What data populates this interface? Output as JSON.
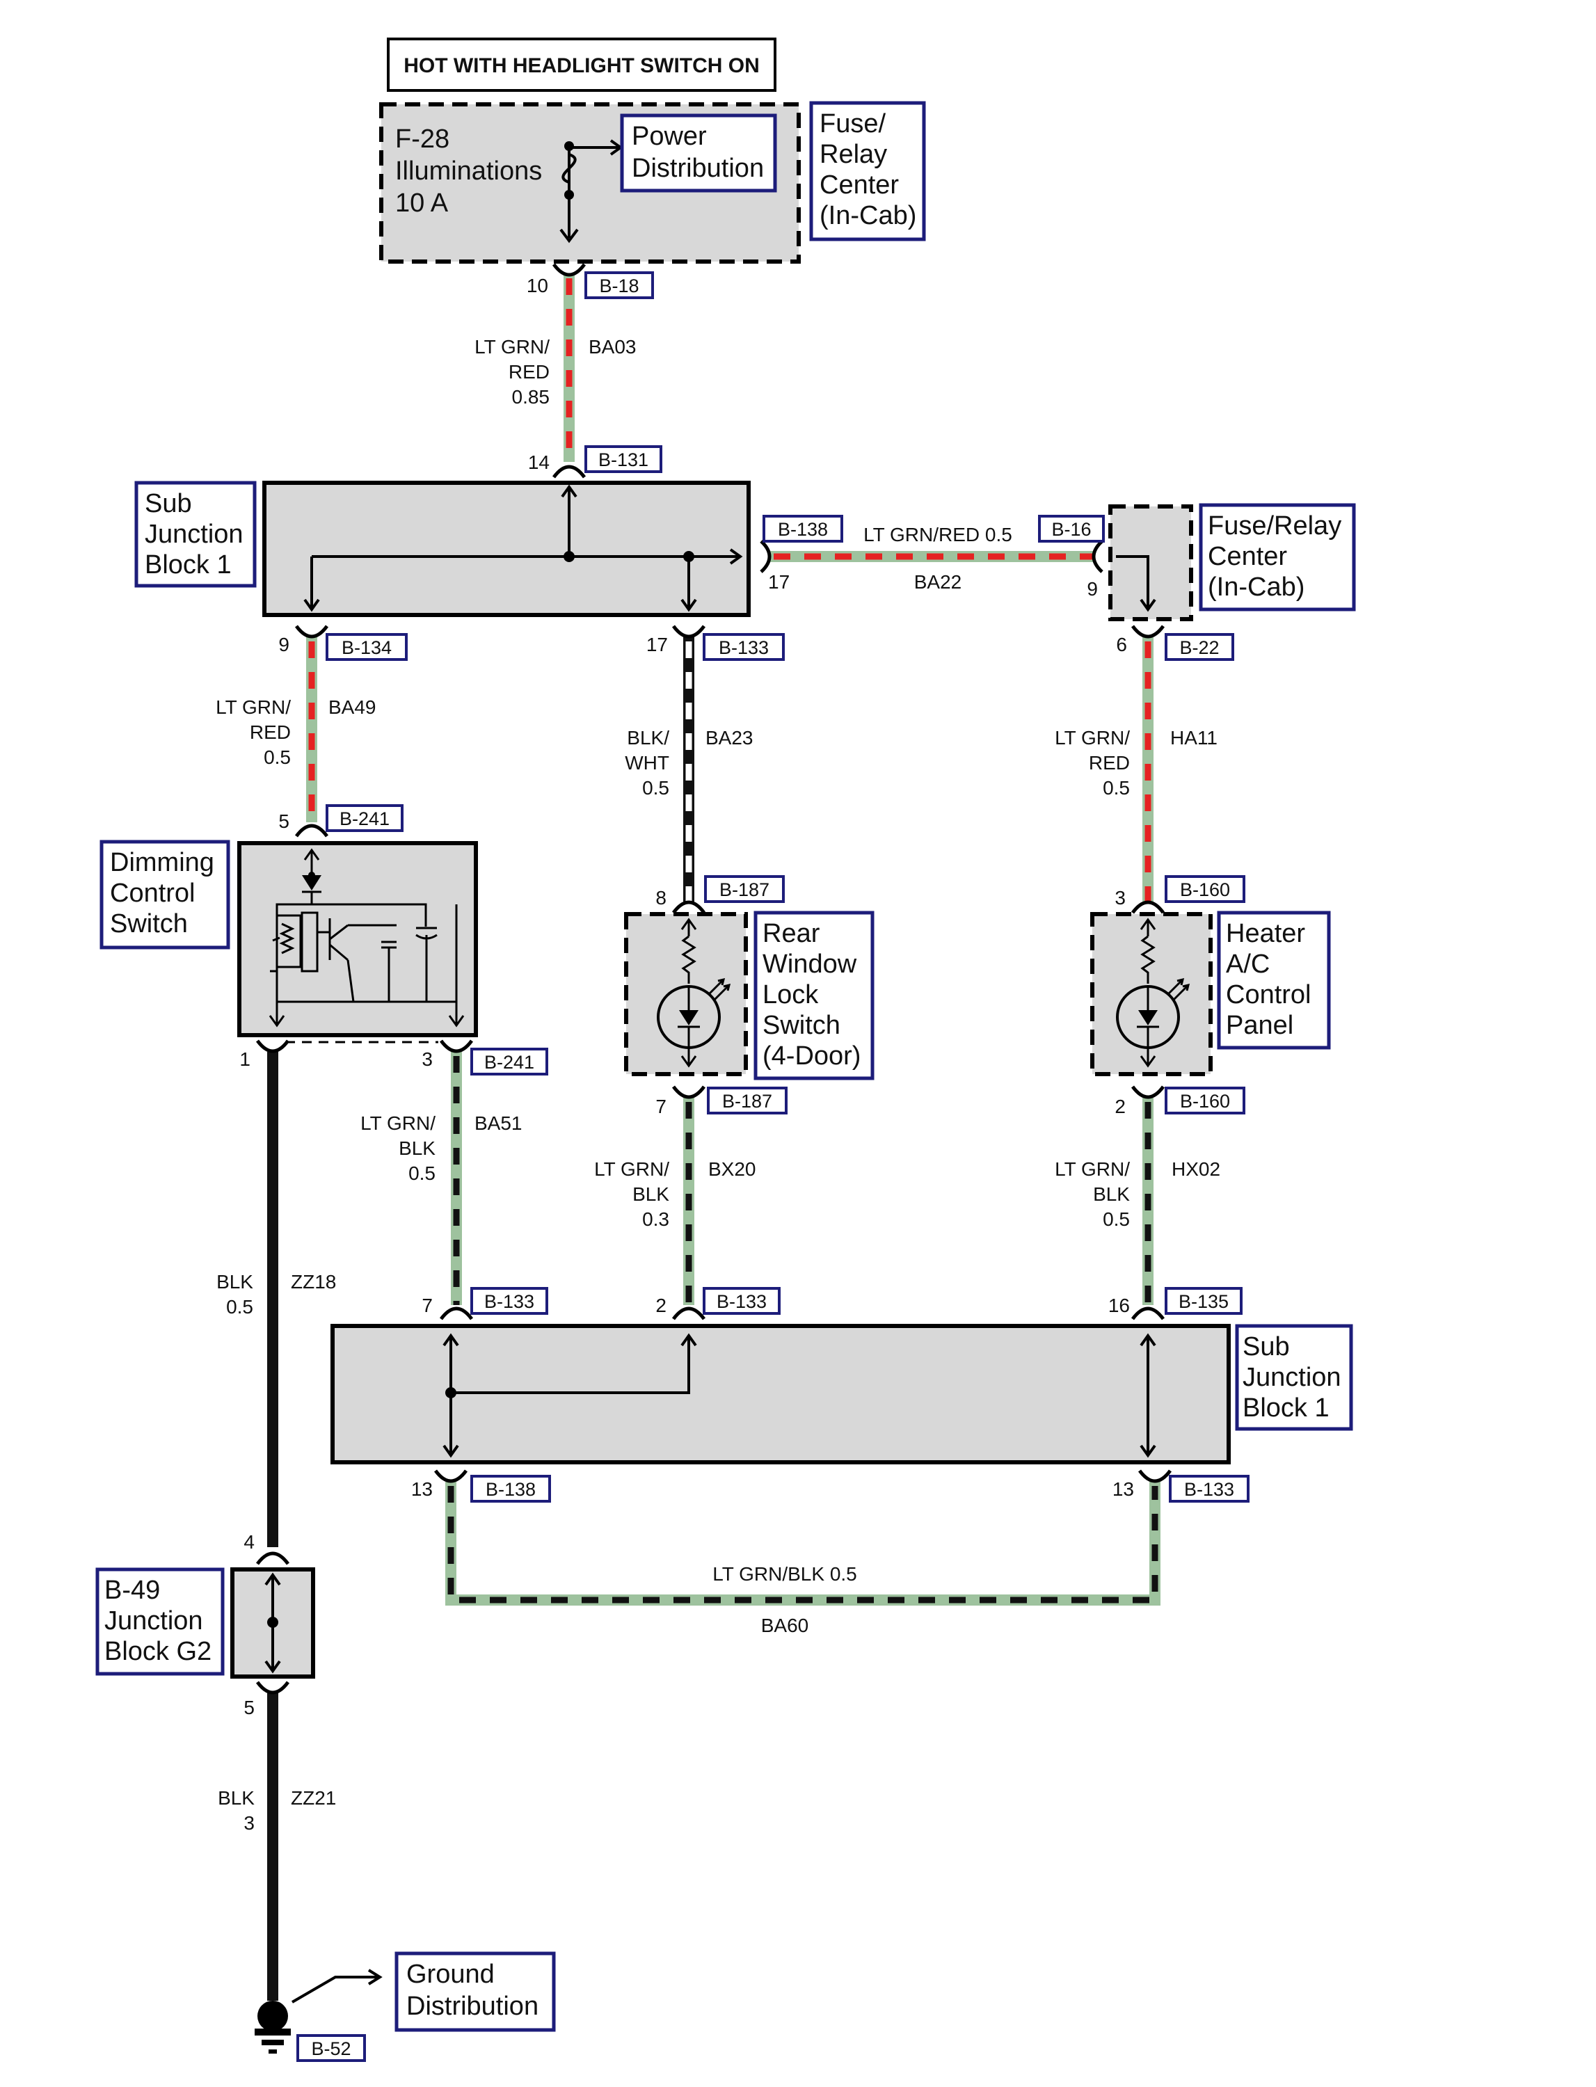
{
  "header": {
    "hot_label": "HOT WITH HEADLIGHT SWITCH ON"
  },
  "fuse": {
    "line1": "F-28",
    "line2": "Illuminations",
    "line3": "10 A"
  },
  "boxes": {
    "power_distribution": [
      "Power",
      "Distribution"
    ],
    "fuse_relay_center_top": [
      "Fuse/",
      "Relay",
      "Center",
      "(In-Cab)"
    ],
    "sub_junction_block_top": [
      "Sub",
      "Junction",
      "Block 1"
    ],
    "fuse_relay_center_right": [
      "Fuse/Relay",
      "Center",
      "(In-Cab)"
    ],
    "dimming_control_switch": [
      "Dimming",
      "Control",
      "Switch"
    ],
    "rear_window_lock_switch": [
      "Rear",
      "Window",
      "Lock",
      "Switch",
      "(4-Door)"
    ],
    "heater_ac_control_panel": [
      "Heater",
      "A/C",
      "Control",
      "Panel"
    ],
    "sub_junction_block_bottom": [
      "Sub",
      "Junction",
      "Block 1"
    ],
    "junction_block_g2": [
      "B-49",
      "Junction",
      "Block G2"
    ],
    "ground_distribution": [
      "Ground",
      "Distribution"
    ]
  },
  "connectors": {
    "b18": "B-18",
    "b131": "B-131",
    "b138_top": "B-138",
    "b16": "B-16",
    "b134": "B-134",
    "b133_top": "B-133",
    "b22": "B-22",
    "b241_top": "B-241",
    "b187_top": "B-187",
    "b160_top": "B-160",
    "b241_bottom": "B-241",
    "b187_bottom": "B-187",
    "b160_bottom": "B-160",
    "b133_left": "B-133",
    "b133_mid": "B-133",
    "b135": "B-135",
    "b138_bottom": "B-138",
    "b133_bottom": "B-133",
    "b52": "B-52"
  },
  "pins": {
    "p10": "10",
    "p14": "14",
    "p17_right": "17",
    "p9_right": "9",
    "p9_left": "9",
    "p17_mid": "17",
    "p6": "6",
    "p5": "5",
    "p8": "8",
    "p3_right": "3",
    "p1": "1",
    "p3_left": "3",
    "p7_mid": "7",
    "p2_right": "2",
    "p7_left": "7",
    "p2_mid": "2",
    "p16": "16",
    "p13_left": "13",
    "p13_right": "13",
    "p4": "4",
    "p5_bottom": "5"
  },
  "wires": {
    "ba03": {
      "color": [
        "LT GRN/",
        "RED",
        "0.85"
      ],
      "id": "BA03"
    },
    "ba22": {
      "color": "LT GRN/RED 0.5",
      "id": "BA22"
    },
    "ba49": {
      "color": [
        "LT GRN/",
        "RED",
        "0.5"
      ],
      "id": "BA49"
    },
    "ba23": {
      "color": [
        "BLK/",
        "WHT",
        "0.5"
      ],
      "id": "BA23"
    },
    "ha11": {
      "color": [
        "LT GRN/",
        "RED",
        "0.5"
      ],
      "id": "HA11"
    },
    "ba51": {
      "color": [
        "LT GRN/",
        "BLK",
        "0.5"
      ],
      "id": "BA51"
    },
    "bx20": {
      "color": [
        "LT GRN/",
        "BLK",
        "0.3"
      ],
      "id": "BX20"
    },
    "hx02": {
      "color": [
        "LT GRN/",
        "BLK",
        "0.5"
      ],
      "id": "HX02"
    },
    "zz18": {
      "color": [
        "BLK",
        "0.5"
      ],
      "id": "ZZ18"
    },
    "ba60": {
      "color": "LT GRN/BLK 0.5",
      "id": "BA60"
    },
    "zz21": {
      "color": [
        "BLK",
        "3"
      ],
      "id": "ZZ21"
    }
  },
  "colors": {
    "lt_grn": "#9ec29e",
    "red": "#e52222",
    "black": "#111111",
    "navy": "#1d1d7a",
    "component_fill": "#d8d8d8"
  }
}
